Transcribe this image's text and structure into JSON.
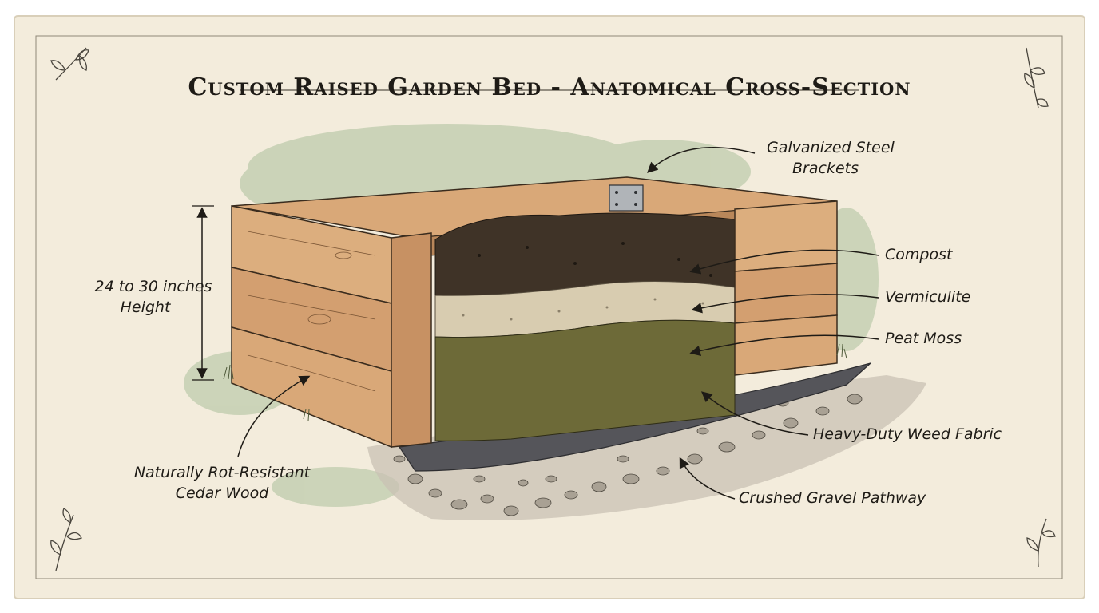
{
  "title": "Custom Raised Garden Bed - Anatomical Cross-Section",
  "labels": {
    "brackets_line1": "Galvanized Steel",
    "brackets_line2": "Brackets",
    "compost": "Compost",
    "vermiculite": "Vermiculite",
    "peat_moss": "Peat Moss",
    "weed_fabric": "Heavy-Duty Weed Fabric",
    "gravel": "Crushed Gravel Pathway",
    "height_line1": "24 to 30 inches",
    "height_line2": "Height",
    "cedar_line1": "Naturally Rot-Resistant",
    "cedar_line2": "Cedar Wood"
  },
  "colors": {
    "paper": "#f3ecdc",
    "cedar": "#d9a878",
    "compost": "#3f3327",
    "vermiculite": "#d8ccb0",
    "peat_moss": "#6d6a38",
    "weed_fabric": "#55555a",
    "gravel": "#a9a194",
    "foliage_wash": "#b7c7a6"
  }
}
